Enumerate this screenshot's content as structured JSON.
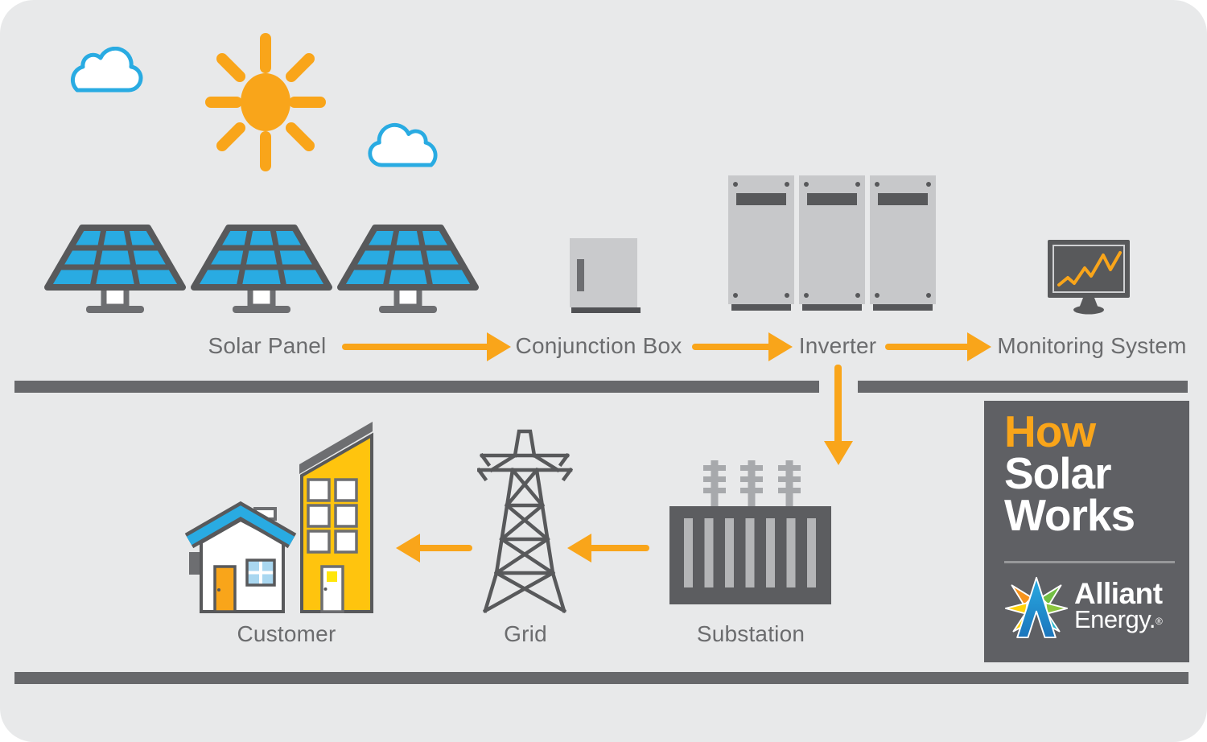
{
  "stage_generation": {
    "solar_panel_label": "Solar Panel",
    "conjunction_box_label": "Conjunction Box",
    "inverter_label": "Inverter",
    "monitoring_system_label": "Monitoring System"
  },
  "stage_delivery": {
    "customer_label": "Customer",
    "grid_label": "Grid",
    "substation_label": "Substation"
  },
  "brand": {
    "heading_word1": "How",
    "heading_word2": "Solar",
    "heading_word3": "Works",
    "logo_name_line1": "Alliant",
    "logo_name_line2": "Energy.",
    "registered_mark": "®"
  },
  "icons": {
    "sky": [
      "cloud-icon",
      "sun-icon",
      "cloud-icon"
    ],
    "top_row": [
      "solar-panel-icon",
      "solar-panel-icon",
      "solar-panel-icon",
      "junction-box-icon",
      "inverter-cabinets-icon",
      "monitor-chart-icon"
    ],
    "bottom_row": [
      "house-and-building-icon",
      "transmission-tower-icon",
      "transformer-substation-icon"
    ],
    "brand": [
      "alliant-star-icon"
    ]
  },
  "colors": {
    "background": "#e8e9ea",
    "conductor_bar": "#67686b",
    "accent_orange": "#f9a51a",
    "accent_blue": "#29abe2",
    "building_yellow": "#ffc40e",
    "icon_dark_gray": "#58595b",
    "icon_light_gray": "#c7c8ca",
    "label_gray": "#6b6c6e",
    "brand_panel_gray": "#5f6064",
    "logo_green": "#72bf44",
    "logo_yellow": "#ffd20a",
    "logo_teal": "#29b6cd"
  }
}
